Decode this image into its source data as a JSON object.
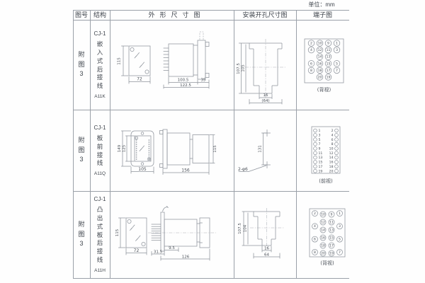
{
  "unit": "单位：mm",
  "headers": {
    "fig": "图号",
    "structure": "结构",
    "outline": "外形尺寸图",
    "cutout": "安装开孔尺寸图",
    "terminal": "端子图"
  },
  "rows": [
    {
      "fig": "附图3",
      "model": "CJ-1",
      "mount": "嵌入式后接线",
      "code": "A11K",
      "outline": {
        "h": "115",
        "w": "72",
        "d1": "100.5",
        "d2": "122.5",
        "d3": "35"
      },
      "cutout": {
        "h1": "107.5",
        "h2": "105",
        "w1": "16",
        "w2": "(64)"
      },
      "terminal": {
        "view": "(背视)",
        "outer_left": [
          "2",
          "4",
          "6",
          "8"
        ],
        "inner_left": [
          "10",
          "12",
          "14",
          "16",
          "18",
          "20"
        ],
        "inner_right": [
          "9",
          "11",
          "13",
          "15",
          "17",
          "19"
        ],
        "outer_right": [
          "1",
          "3",
          "5",
          "7"
        ]
      }
    },
    {
      "fig": "附图3",
      "model": "CJ-1",
      "mount": "板前接线",
      "code": "A11Q",
      "outline": {
        "h1": "149",
        "h2": "125",
        "w": "105",
        "d": "156",
        "h3": "115"
      },
      "cutout": {
        "h": "131",
        "hole": "2-φ6"
      },
      "terminal": {
        "view": "(前视)",
        "odd": [
          "1",
          "3",
          "5",
          "7",
          "9",
          "11",
          "13",
          "15",
          "17",
          "19"
        ],
        "even": [
          "2",
          "4",
          "6",
          "8",
          "10",
          "12",
          "14",
          "16",
          "18",
          "20"
        ]
      }
    },
    {
      "fig": "附图3",
      "model": "CJ-1",
      "mount": "凸出式板后接线",
      "code": "A11H",
      "outline": {
        "h": "115",
        "w": "72",
        "d1": "31.5",
        "d2": "9.5",
        "d3": "126"
      },
      "cutout": {
        "h1": "107.5",
        "h2": "104",
        "w1": "16",
        "w2": "64"
      },
      "terminal": {
        "view": "(背视)",
        "outer_left": [
          "2",
          "4",
          "6",
          "8"
        ],
        "inner_left": [
          "10",
          "12",
          "14",
          "16",
          "18",
          "20"
        ],
        "inner_right": [
          "9",
          "11",
          "13",
          "15",
          "17",
          "19"
        ],
        "outer_right": [
          "1",
          "3",
          "5",
          "7"
        ]
      }
    }
  ]
}
